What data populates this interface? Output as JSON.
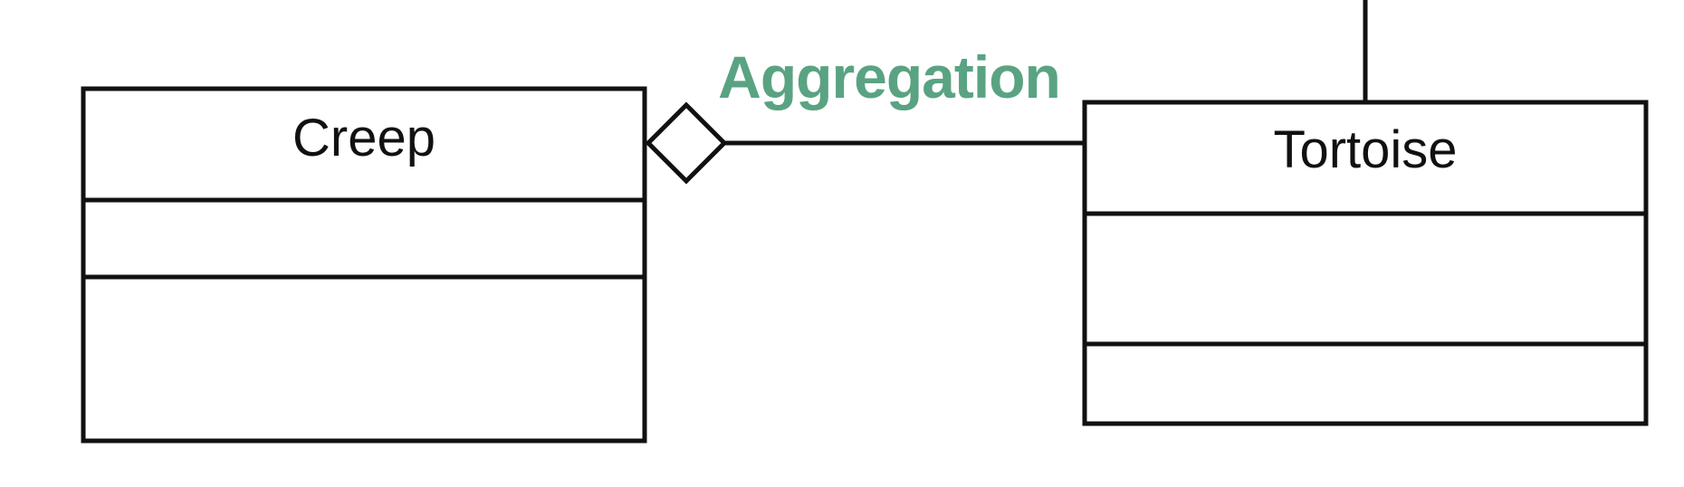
{
  "diagram": {
    "relationship": {
      "label": "Aggregation",
      "type": "aggregation",
      "label_color": "#5aa382"
    },
    "classes": [
      {
        "name": "Creep",
        "compartments": [
          "",
          ""
        ]
      },
      {
        "name": "Tortoise",
        "compartments": [
          "",
          ""
        ]
      }
    ],
    "line_color": "#111111"
  }
}
